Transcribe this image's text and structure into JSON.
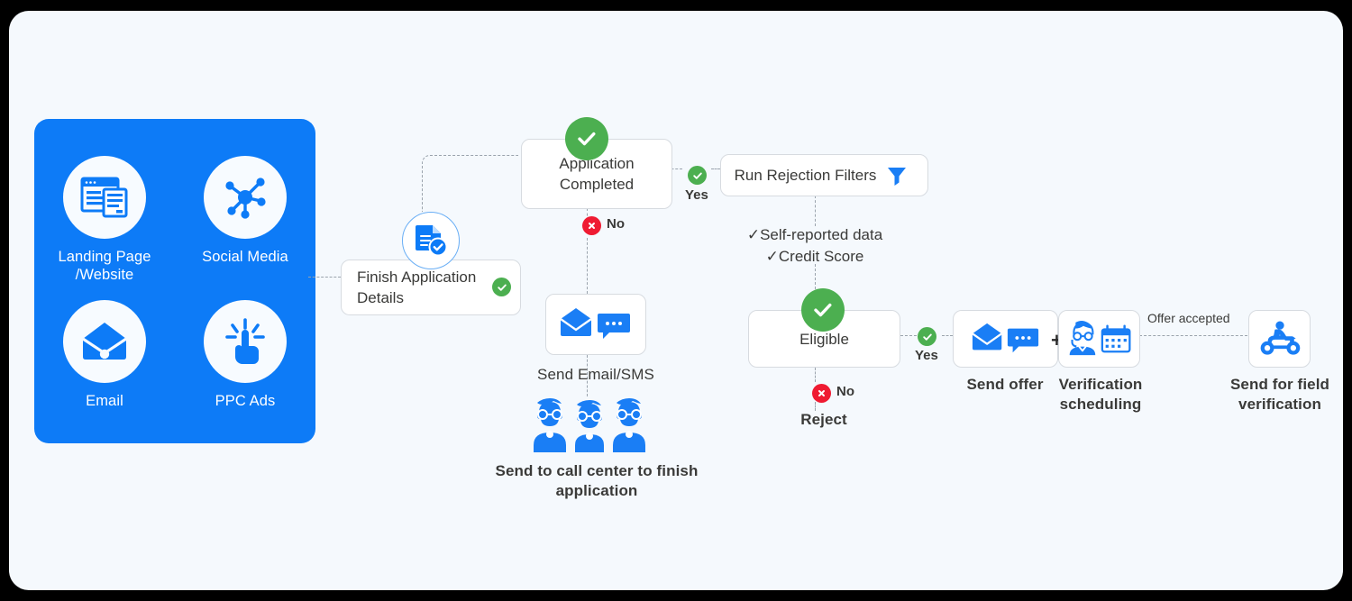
{
  "theme": {
    "page_bg": "#f5f9fd",
    "brand_blue": "#0d7bf7",
    "success_green": "#4caf50",
    "error_red": "#ef1b32",
    "text": "#3a3a38"
  },
  "channels_panel": {
    "items": [
      {
        "label": "Landing Page\n/Website",
        "icon": "browser-window-icon"
      },
      {
        "label": "Social Media",
        "icon": "network-nodes-icon"
      },
      {
        "label": "Email",
        "icon": "open-envelope-icon"
      },
      {
        "label": "PPC Ads",
        "icon": "click-finger-icon"
      }
    ]
  },
  "nodes": {
    "finish_application": {
      "label": "Finish Application Details",
      "icon": "document-check-icon",
      "badge": "green-check-badge"
    },
    "application_completed": {
      "label": "Application Completed",
      "badge": "green-check-circle"
    },
    "send_email_sms": {
      "label": "Send Email/SMS",
      "icons": [
        "envelope-icon",
        "chat-bubble-icon"
      ]
    },
    "send_call_center": {
      "label": "Send to call center to finish application",
      "icon": "call-center-agents-icon"
    },
    "run_rejection_filters": {
      "label": "Run Rejection Filters",
      "icon": "filter-funnel-icon"
    },
    "eligible": {
      "label": "Eligible",
      "badge": "green-check-circle"
    },
    "reject": {
      "label": "Reject"
    },
    "send_offer": {
      "label": "Send offer",
      "icons": [
        "envelope-icon",
        "chat-bubble-icon"
      ]
    },
    "verification_scheduling": {
      "label": "Verification scheduling",
      "icons": [
        "agent-person-icon",
        "calendar-icon"
      ]
    },
    "send_field_verification": {
      "label": "Send for field verification",
      "icon": "scooter-rider-icon"
    }
  },
  "filters": {
    "items": [
      "Self-reported data",
      "Credit Score"
    ],
    "check_glyph": "✓"
  },
  "edges": {
    "completed_yes": "Yes",
    "completed_no": "No",
    "eligible_yes": "Yes",
    "eligible_no": "No",
    "offer_accepted": "Offer accepted"
  },
  "glyphs": {
    "plus": "+"
  }
}
